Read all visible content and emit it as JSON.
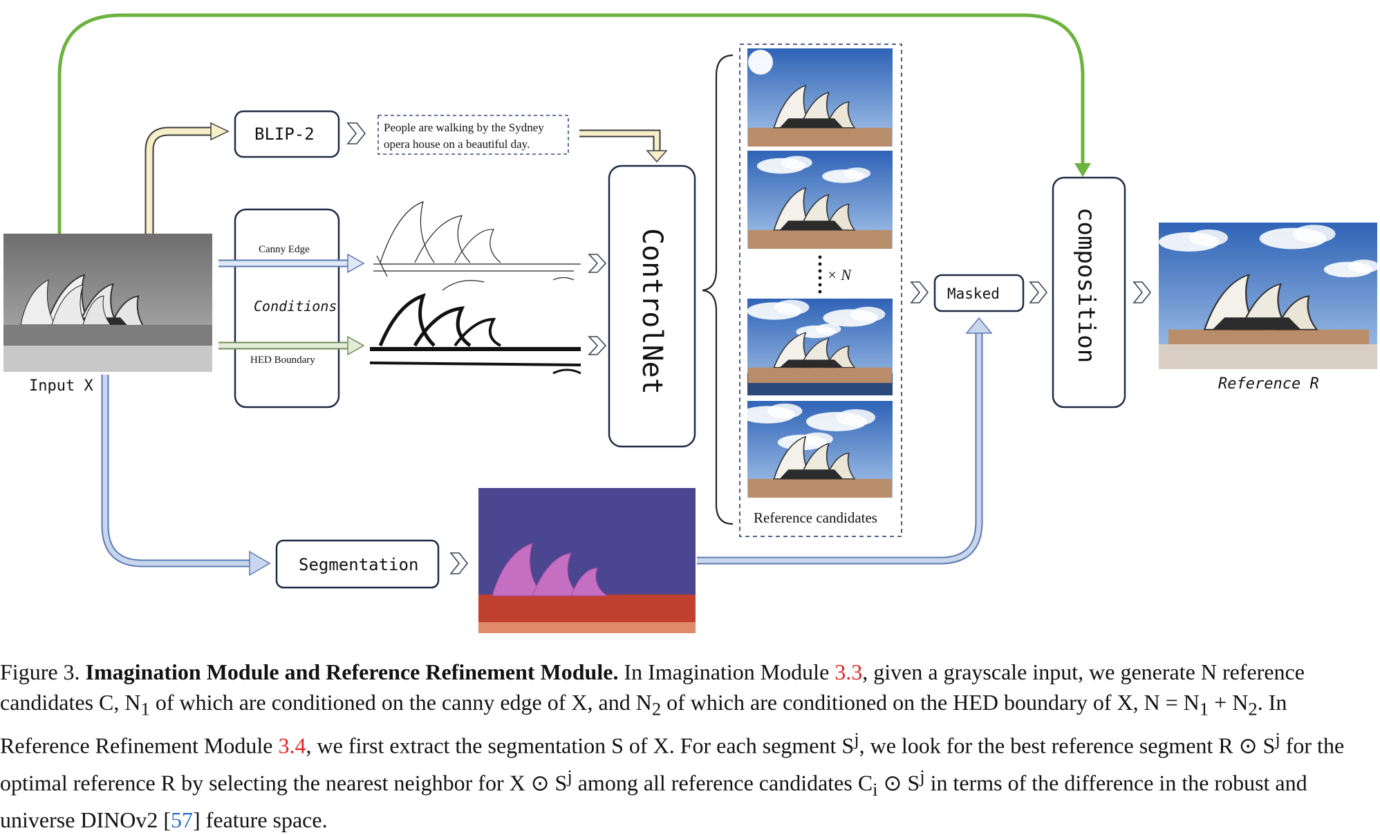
{
  "labels": {
    "input": "Input X",
    "blip": "BLIP-2",
    "prompt_line1": "People are walking by the Sydney",
    "prompt_line2": "opera house on a beautiful day.",
    "canny": "Canny Edge",
    "conditions": "Conditions",
    "hed": "HED Boundary",
    "controlnet": "ControlNet",
    "times_n": "× N",
    "ref_candidates": "Reference candidates",
    "masked": "Masked",
    "composition": "composition",
    "reference": "Reference R",
    "segmentation": "Segmentation"
  },
  "caption": {
    "figure_no": "Figure 3.",
    "title": "Imagination Module and Reference Refinement Module.",
    "t1": " In Imagination Module ",
    "ref1": "3.3",
    "t2": ", given a grayscale input, we generate N reference candidates C, N",
    "t3": " of which are conditioned on the canny edge of X, and N",
    "t4": " of which are conditioned on the HED boundary of X, N = N",
    "t5": " + N",
    "t6": ". In Reference Refinement Module ",
    "ref2": "3.4",
    "t7": ", we first extract the segmentation S of X. For each segment S",
    "t8": ", we look for the best reference segment R ⊙ S",
    "t9": " for the optimal reference R by selecting the nearest neighbor for X ⊙ S",
    "t10": " among all reference candidates C",
    "t11": " ⊙ S",
    "t12": " in terms of the difference in the robust and universe DINOv2 [",
    "cite": "57",
    "t13": "] feature space.",
    "sub1": "1",
    "sub2": "2",
    "supj": "j",
    "subi": "i"
  },
  "colors": {
    "green_arrow": "#6cb33f",
    "yellow_arrow": "#f6efc8",
    "blue_arrow": "#c9d7ee",
    "blue_arrow_edge": "#5a78b0",
    "sky": "#3f78c8",
    "segment_bg": "#4b4690",
    "segment_building": "#c56fc3",
    "segment_ground": "#c0402f",
    "ref_number": "#e32222",
    "cite_number": "#2e6fd0"
  }
}
